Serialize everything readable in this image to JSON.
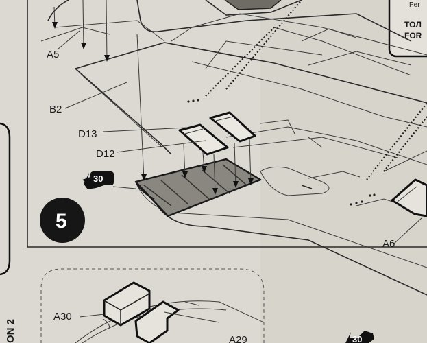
{
  "step": {
    "number": "5"
  },
  "badges": {
    "main": "30",
    "lower": "30"
  },
  "parts": {
    "a5": "A5",
    "b2": "B2",
    "d13": "D13",
    "d12": "D12",
    "a6": "A6",
    "a30": "A30",
    "a29": "A29"
  },
  "top_right_note": {
    "line1": "Per",
    "line2": "TOЛ",
    "line3": "FOR"
  },
  "side_label": "ON 2"
}
